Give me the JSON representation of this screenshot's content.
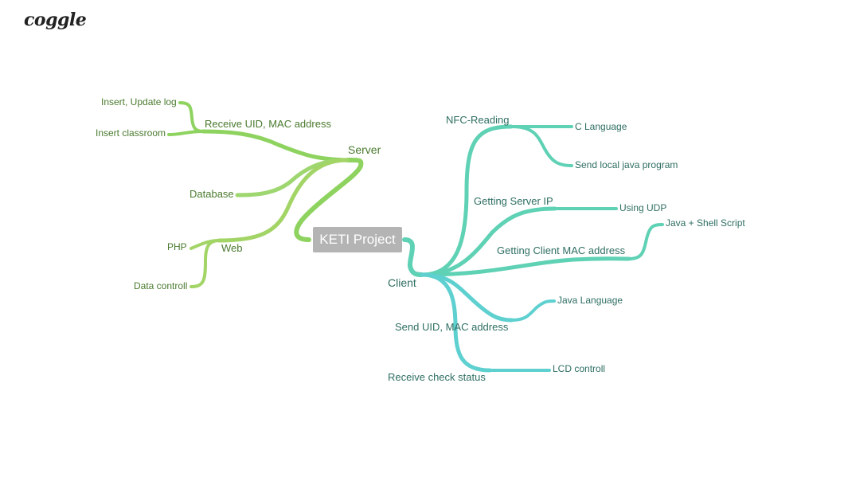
{
  "app": {
    "logo_text": "coggle"
  },
  "colors": {
    "server_branch": "#8ed35f",
    "web_branch": "#a2d466",
    "database_branch": "#9ed670",
    "client_branch": "#5fd1b4",
    "client_send_branch": "#5fd0d0",
    "root_fill": "#b4b4b4"
  },
  "root": {
    "label": "KETI Project"
  },
  "server": {
    "label": "Server",
    "receive": {
      "label": "Receive UID, MAC address",
      "children": [
        "Insert, Update log",
        "Insert classroom"
      ]
    },
    "database": {
      "label": "Database"
    },
    "web": {
      "label": "Web",
      "children": [
        "PHP",
        "Data controll"
      ]
    }
  },
  "client": {
    "label": "Client",
    "nfc": {
      "label": "NFC-Reading",
      "children": [
        "C Language",
        "Send local java program"
      ]
    },
    "server_ip": {
      "label": "Getting Server IP",
      "children": [
        "Using UDP"
      ]
    },
    "mac": {
      "label": "Getting Client MAC address",
      "children": [
        "Java + Shell Script"
      ]
    },
    "send": {
      "label": "Send UID, MAC address",
      "children": [
        "Java Language"
      ]
    },
    "status": {
      "label": "Receive check status",
      "children": [
        "LCD controll"
      ]
    }
  }
}
